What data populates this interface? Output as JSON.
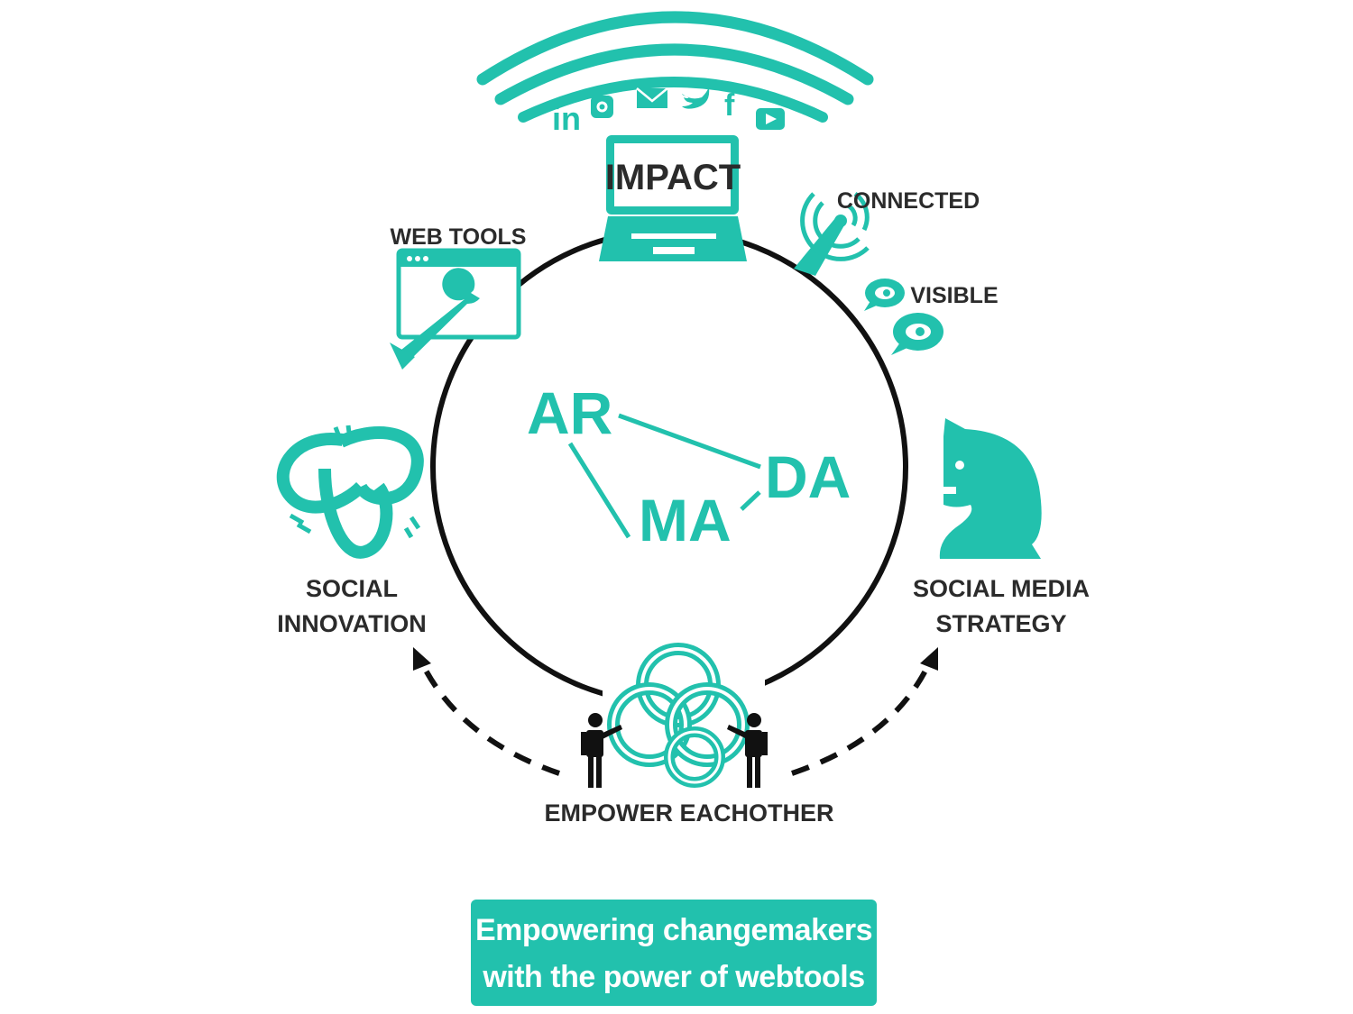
{
  "colors": {
    "accent": "#22c1ad",
    "dark": "#2b2b2b",
    "circle": "#111111"
  },
  "top": {
    "impact_label": "IMPACT",
    "social_icons": [
      "linkedin-icon",
      "instagram-icon",
      "email-icon",
      "twitter-icon",
      "facebook-icon",
      "youtube-icon"
    ],
    "linkedin_text": "in",
    "facebook_text": "f"
  },
  "labels": {
    "web_tools": "WEB TOOLS",
    "connected": "CONNECTED",
    "visible": "VISIBLE",
    "social_innovation": [
      "SOCIAL",
      "INNOVATION"
    ],
    "social_media_strategy": [
      "SOCIAL MEDIA",
      "STRATEGY"
    ],
    "empower": "EMPOWER EACHOTHER"
  },
  "logo": {
    "part1": "AR",
    "part2": "DA",
    "part3": "MA"
  },
  "tagline": [
    "Empowering changemakers",
    "with the power of webtools"
  ]
}
